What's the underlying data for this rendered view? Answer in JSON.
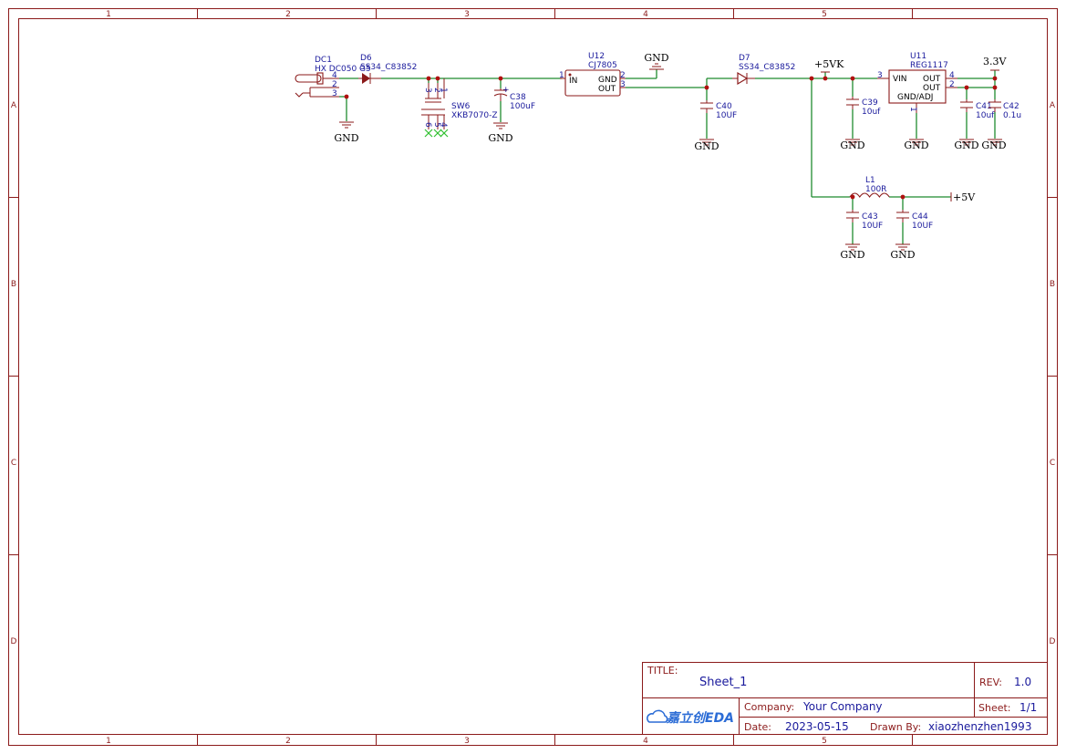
{
  "frame": {
    "columns": [
      "1",
      "2",
      "3",
      "4",
      "5"
    ],
    "rows": [
      "A",
      "B",
      "C",
      "D"
    ]
  },
  "title_block": {
    "title_label": "TITLE:",
    "title_value": "Sheet_1",
    "rev_label": "REV:",
    "rev_value": "1.0",
    "company_label": "Company:",
    "company_value": "Your Company",
    "sheet_label": "Sheet:",
    "sheet_value": "1/1",
    "date_label": "Date:",
    "date_value": "2023-05-15",
    "drawn_label": "Drawn By:",
    "drawn_value": "xiaozhenzhen1993",
    "logo_text": "嘉立创EDA"
  },
  "components": {
    "dc1": {
      "ref": "DC1",
      "value": "HX DC050 G5",
      "pins": [
        "4",
        "2",
        "3"
      ]
    },
    "d6": {
      "ref": "D6",
      "value": "SS34_C83852"
    },
    "sw6": {
      "ref": "SW6",
      "value": "XKB7070-Z",
      "top_pins": [
        "3",
        "2",
        "1"
      ],
      "bottom_pins": [
        "6",
        "5",
        "4"
      ]
    },
    "c38": {
      "ref": "C38",
      "value": "100uF",
      "polarity": "+"
    },
    "u12": {
      "ref": "U12",
      "value": "CJ7805",
      "pin_in": "IN",
      "pin_gnd": "GND",
      "pin_out": "OUT",
      "pin1": "1",
      "pin2": "2",
      "pin3": "3"
    },
    "c40": {
      "ref": "C40",
      "value": "10UF"
    },
    "d7": {
      "ref": "D7",
      "value": "SS34_C83852"
    },
    "c39": {
      "ref": "C39",
      "value": "10uf"
    },
    "u11": {
      "ref": "U11",
      "value": "REG1117",
      "pin_vin": "VIN",
      "pin_out1": "OUT",
      "pin_out2": "OUT",
      "pin_gnd": "GND/ADJ",
      "pin3": "3",
      "pin4": "4",
      "pin2": "2",
      "pin1": "1"
    },
    "c41": {
      "ref": "C41",
      "value": "10uf"
    },
    "c42": {
      "ref": "C42",
      "value": "0.1u"
    },
    "l1": {
      "ref": "L1",
      "value": "100R"
    },
    "c43": {
      "ref": "C43",
      "value": "10UF"
    },
    "c44": {
      "ref": "C44",
      "value": "10UF"
    }
  },
  "nets": {
    "gnd": "GND",
    "v5k": "+5VK",
    "v33": "3.3V",
    "v5": "+5V"
  },
  "colors": {
    "frame": "#8b1a1a",
    "wire": "#1f8b2f",
    "text": "#1a1a9c",
    "junction": "#b01010"
  }
}
